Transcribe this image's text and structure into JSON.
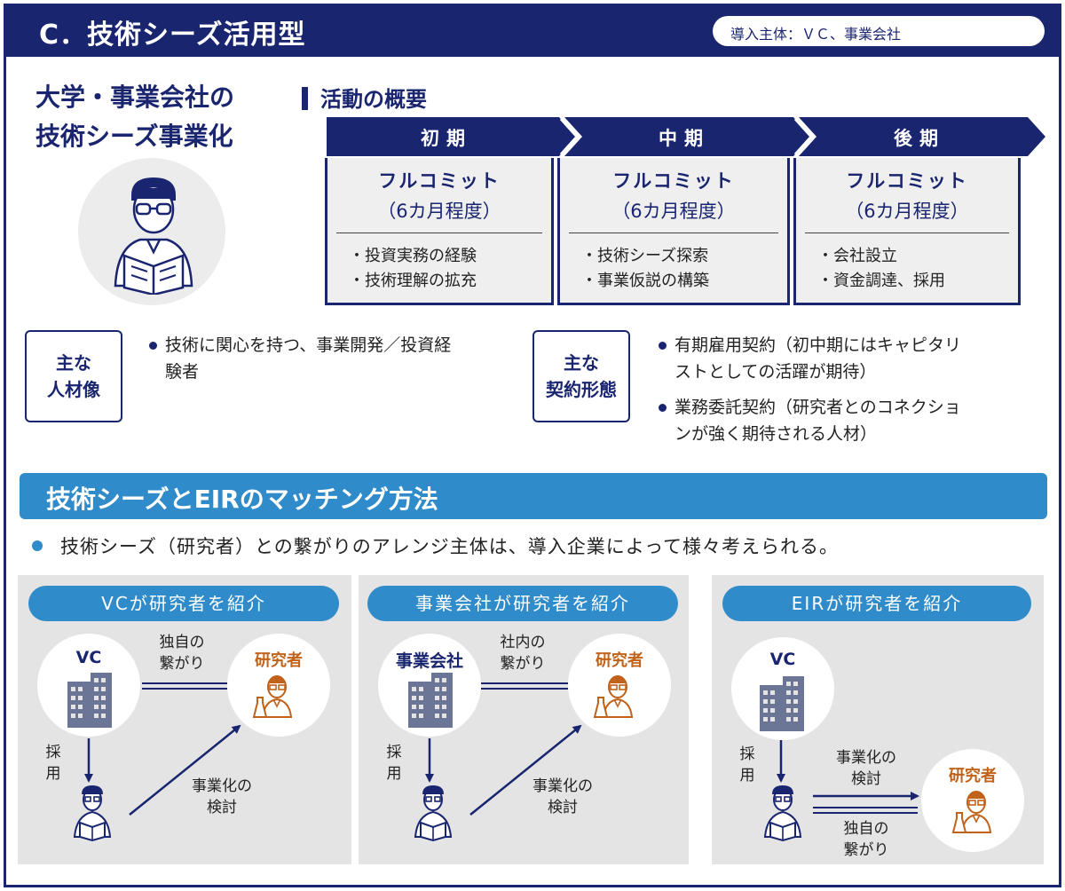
{
  "header": {
    "title": "C．技術シーズ活用型",
    "introducer": "導入主体：ＶＣ、事業会社"
  },
  "left_title": {
    "line1": "大学・事業会社の",
    "line2": "技術シーズ事業化"
  },
  "activity": {
    "heading": "活動の概要",
    "phases": [
      {
        "label": "初期",
        "h1": "フルコミット",
        "h2": "（6カ月程度）",
        "bullets": [
          "投資実務の経験",
          "技術理解の拡充"
        ]
      },
      {
        "label": "中期",
        "h1": "フルコミット",
        "h2": "（6カ月程度）",
        "bullets": [
          "技術シーズ探索",
          "事業仮説の構築"
        ]
      },
      {
        "label": "後期",
        "h1": "フルコミット",
        "h2": "（6カ月程度）",
        "bullets": [
          "会社設立",
          "資金調達、採用"
        ]
      }
    ]
  },
  "talent": {
    "box_line1": "主な",
    "box_line2": "人材像",
    "bullets": [
      [
        "技術に関心を持つ、事業開発／投資経",
        "験者"
      ]
    ]
  },
  "contract": {
    "box_line1": "主な",
    "box_line2": "契約形態",
    "bullets": [
      [
        "有期雇用契約（初中期にはキャピタリ",
        "ストとしての活躍が期待）"
      ],
      [
        "業務委託契約（研究者とのコネクショ",
        "ンが強く期待される人材）"
      ]
    ]
  },
  "matching": {
    "heading": "技術シーズとEIRのマッチング方法",
    "bullet": "技術シーズ（研究者）との繋がりのアレンジ主体は、導入企業によって様々考えられる。",
    "panels": [
      {
        "title": "VCが研究者を紹介",
        "org": "VC",
        "researcher": "研究者",
        "link_top": "独自の",
        "link_bottom": "繋がり",
        "hire_1": "採",
        "hire_2": "用",
        "exam_1": "事業化の",
        "exam_2": "検討"
      },
      {
        "title": "事業会社が研究者を紹介",
        "org": "事業会社",
        "researcher": "研究者",
        "link_top": "社内の",
        "link_bottom": "繋がり",
        "hire_1": "採",
        "hire_2": "用",
        "exam_1": "事業化の",
        "exam_2": "検討"
      },
      {
        "title": "EIRが研究者を紹介",
        "org": "VC",
        "researcher": "研究者",
        "hire_1": "採",
        "hire_2": "用",
        "exam_1": "事業化の",
        "exam_2": "検討",
        "link_top": "独自の",
        "link_bottom": "繋がり"
      }
    ]
  },
  "colors": {
    "navy": "#1a2570",
    "blue": "#2f8bc9",
    "orange": "#c0621a",
    "gray": "#e4e4e4"
  }
}
